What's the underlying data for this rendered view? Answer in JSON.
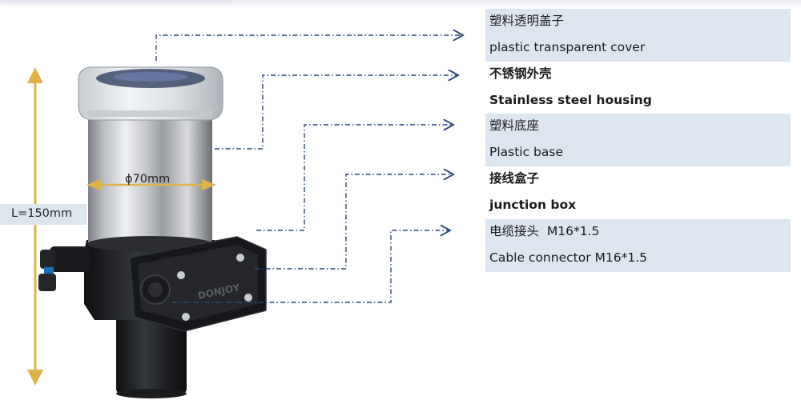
{
  "colors": {
    "leader_line": "#2c4a7c",
    "dimension_arrow": "#e0b34a",
    "label_background": "#dde6ef",
    "housing_dark": "#1d1f22",
    "fitting_blue": "#1f6fb3"
  },
  "product_logo": "DONJOY",
  "dimensions": {
    "length_label": "L=150mm",
    "diameter_label": "ϕ70mm"
  },
  "labels": [
    {
      "zh": "塑料透明盖子",
      "en": "plastic transparent cover"
    },
    {
      "zh": "不锈钢外壳",
      "en": "Stainless steel housing"
    },
    {
      "zh": "塑料底座",
      "en": "Plastic base"
    },
    {
      "zh": "接线盒子",
      "en": "junction box"
    },
    {
      "zh": "电缆接头  M16*1.5",
      "en": "Cable connector M16*1.5"
    }
  ]
}
